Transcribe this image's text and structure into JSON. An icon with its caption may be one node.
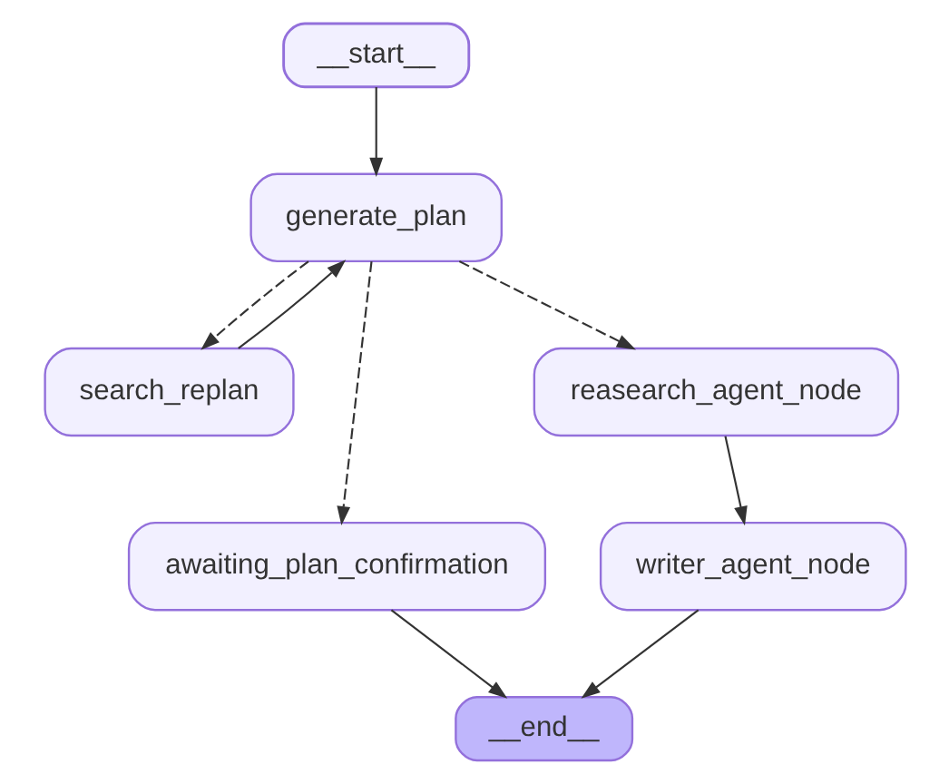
{
  "diagram": {
    "nodes": [
      {
        "text": [
          "__start__"
        ]
      },
      {
        "text": [
          "generate_plan"
        ]
      },
      {
        "text": [
          "search_replan"
        ]
      },
      {
        "text": [
          "reasearch_agent_node"
        ]
      },
      {
        "text": [
          "awaiting_plan_confirmation"
        ]
      },
      {
        "text": [
          "writer_agent_node"
        ]
      },
      {
        "text": [
          "__end__"
        ]
      }
    ],
    "edges": [
      {
        "from": 0,
        "to": 1,
        "arrow": "to"
      },
      {
        "from": 1,
        "to": 2,
        "arrow": "to",
        "style": "dashed"
      },
      {
        "from": 2,
        "to": 1,
        "arrow": "to"
      },
      {
        "from": 1,
        "to": 4,
        "arrow": "to",
        "style": "dashed"
      },
      {
        "from": 1,
        "to": 3,
        "arrow": "to",
        "style": "dashed"
      },
      {
        "from": 3,
        "to": 5,
        "arrow": "to"
      },
      {
        "from": 4,
        "to": 6,
        "arrow": "to"
      },
      {
        "from": 5,
        "to": 6,
        "arrow": "to"
      }
    ]
  }
}
